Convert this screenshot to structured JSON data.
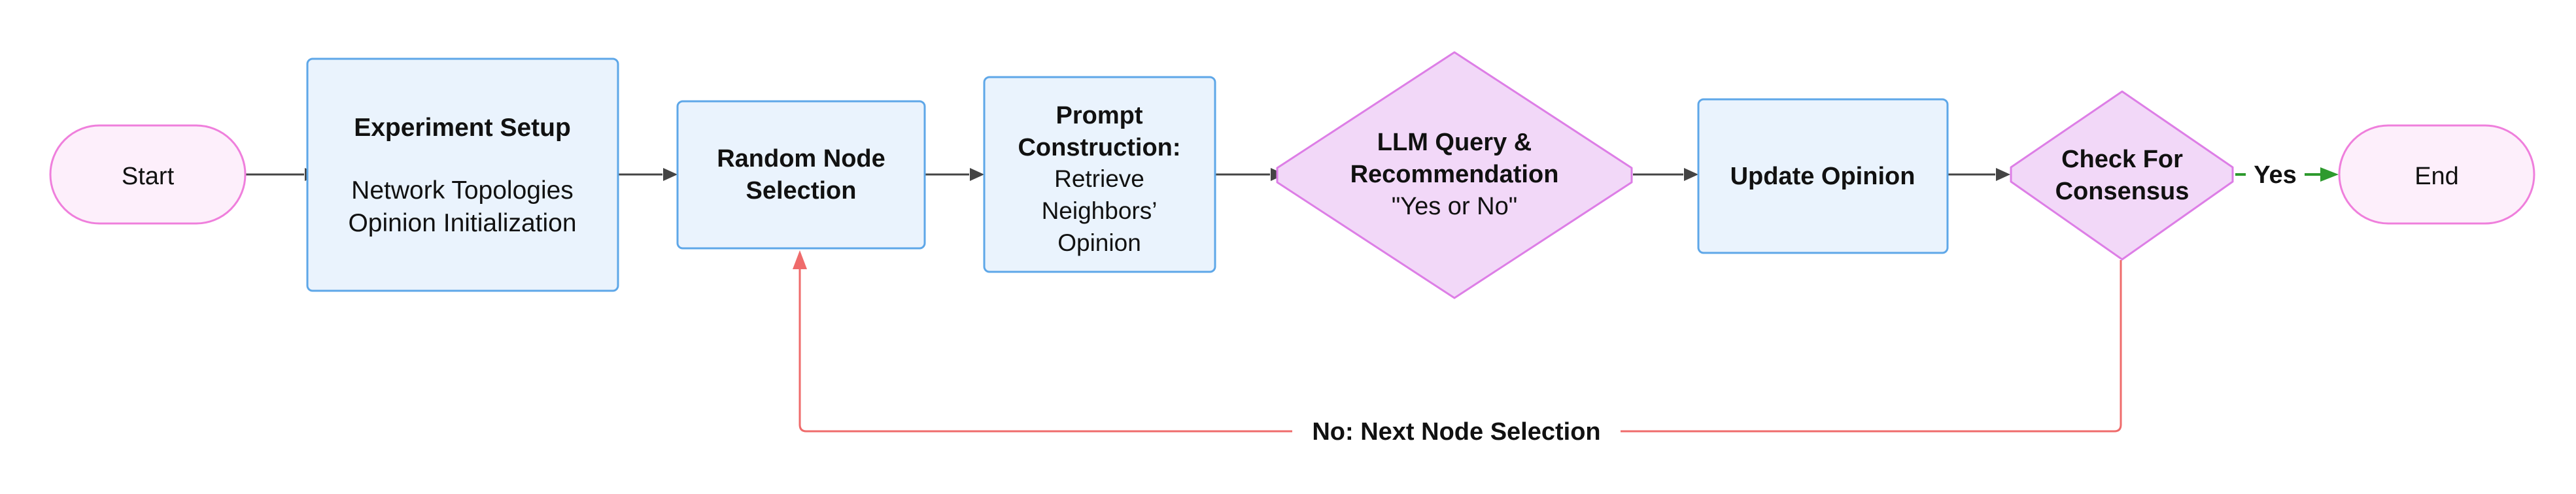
{
  "nodes": {
    "start": {
      "label": "Start"
    },
    "setup": {
      "title": "Experiment Setup",
      "line1": "Network Topologies",
      "line2": "Opinion Initialization"
    },
    "random": {
      "line1": "Random Node",
      "line2": "Selection"
    },
    "prompt": {
      "title1": "Prompt",
      "title2": "Construction:",
      "line1": "Retrieve",
      "line2": "Neighbors’",
      "line3": "Opinion"
    },
    "llm": {
      "title1": "LLM Query &",
      "title2": "Recommendation",
      "line1": "\"Yes or No\""
    },
    "update": {
      "label": "Update Opinion"
    },
    "consensus": {
      "line1": "Check For",
      "line2": "Consensus"
    },
    "end": {
      "label": "End"
    }
  },
  "edges": {
    "yes": {
      "label": "Yes"
    },
    "no": {
      "label": "No: Next Node Selection"
    }
  },
  "colors": {
    "terminal_fill": "#fdeffb",
    "terminal_stroke": "#ef7fdc",
    "process_fill": "#eaf3fd",
    "process_stroke": "#5ea7e8",
    "decision_fill": "#f2d8f8",
    "decision_stroke": "#dd7ee6",
    "arrow": "#444444",
    "yes_arrow": "#2e9a2e",
    "no_arrow": "#ef6b6b"
  }
}
